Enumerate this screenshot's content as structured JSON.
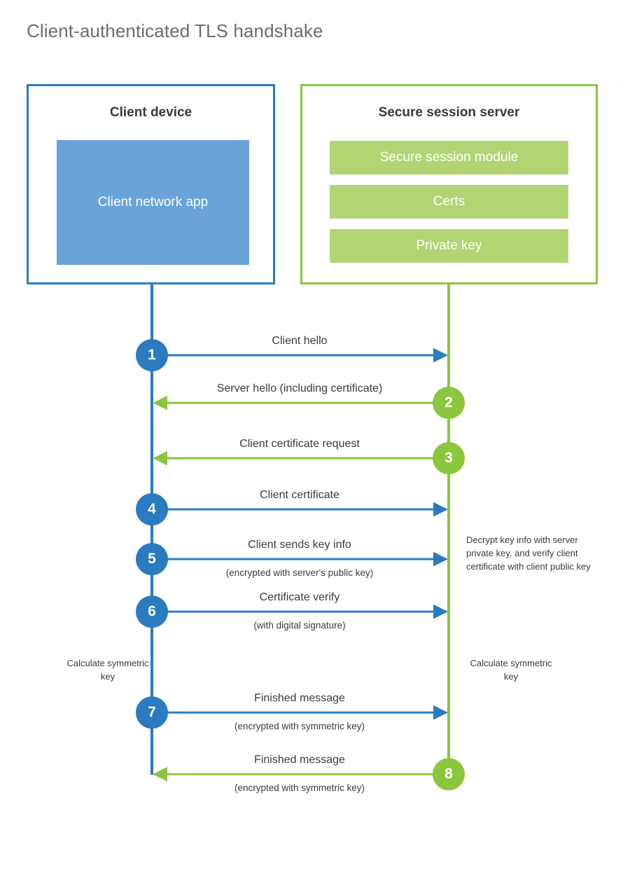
{
  "title": "Client-authenticated TLS handshake",
  "colors": {
    "client_blue": "#2b7bc0",
    "client_app_fill": "#69a3d8",
    "server_green": "#8cc63f",
    "server_block_fill": "#b2d473",
    "title_gray": "#6d6d6d",
    "text_dark": "#3b3b3b",
    "background": "#ffffff"
  },
  "participants": {
    "client": {
      "title": "Client device",
      "blocks": [
        {
          "label": "Client network app"
        }
      ]
    },
    "server": {
      "title": "Secure session server",
      "blocks": [
        {
          "label": "Secure session module"
        },
        {
          "label": "Certs"
        },
        {
          "label": "Private key"
        }
      ]
    }
  },
  "steps": [
    {
      "number": "1",
      "label": "Client hello",
      "sublabel": "",
      "direction": "client-to-server",
      "origin": "client"
    },
    {
      "number": "2",
      "label": "Server hello (including certificate)",
      "sublabel": "",
      "direction": "server-to-client",
      "origin": "server"
    },
    {
      "number": "3",
      "label": "Client certificate request",
      "sublabel": "",
      "direction": "server-to-client",
      "origin": "server"
    },
    {
      "number": "4",
      "label": "Client certificate",
      "sublabel": "",
      "direction": "client-to-server",
      "origin": "client"
    },
    {
      "number": "5",
      "label": "Client sends key info",
      "sublabel": "(encrypted with server's public key)",
      "direction": "client-to-server",
      "origin": "client"
    },
    {
      "number": "6",
      "label": "Certificate verify",
      "sublabel": "(with digital signature)",
      "direction": "client-to-server",
      "origin": "client"
    },
    {
      "number": "7",
      "label": "Finished message",
      "sublabel": "(encrypted with symmetric key)",
      "direction": "client-to-server",
      "origin": "client"
    },
    {
      "number": "8",
      "label": "Finished message",
      "sublabel": "(encrypted with symmetric key)",
      "direction": "server-to-client",
      "origin": "server"
    }
  ],
  "annotations": {
    "decrypt_note": "Decrypt key info with server private key, and verify client certificate with client public key",
    "client_calculate": "Calculate symmetric key",
    "server_calculate": "Calculate symmetric key"
  }
}
